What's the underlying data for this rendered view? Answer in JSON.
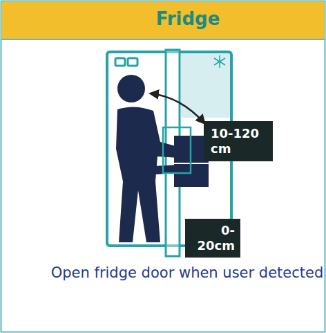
{
  "diagram": {
    "title": "Fridge",
    "caption": "Open fridge door when user detected",
    "nodes": [
      {
        "text": [
          "10-120 cm"
        ]
      },
      {
        "text": [
          "0- 20cm"
        ]
      }
    ]
  }
}
